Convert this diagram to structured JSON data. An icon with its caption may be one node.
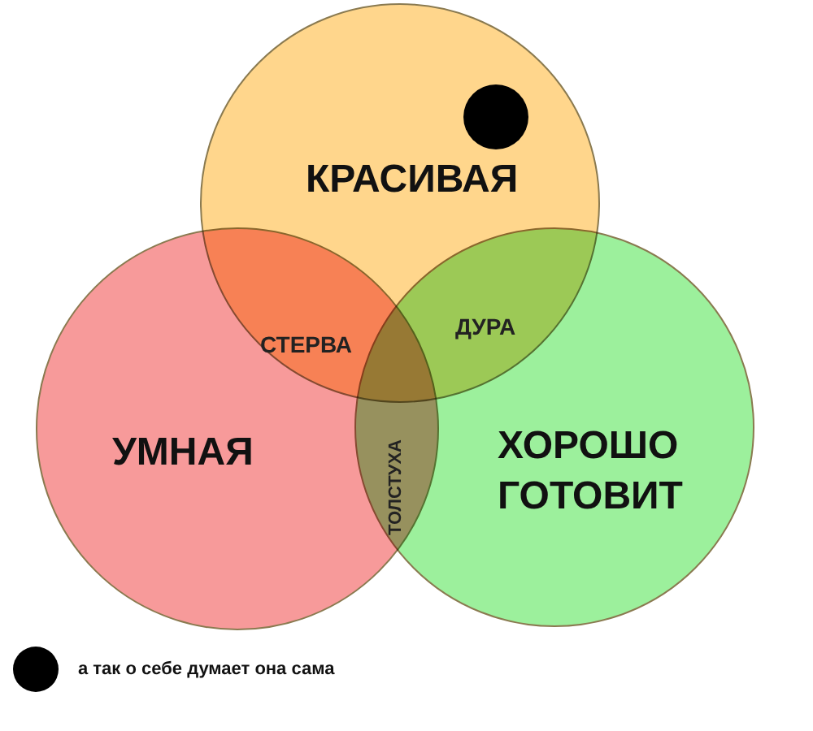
{
  "diagram": {
    "nodes": [
      {
        "text": [
          "КРАСИВАЯ"
        ]
      },
      {
        "text": [
          "УМНАЯ"
        ]
      },
      {
        "text": [
          "ХОРОШО ГОТОВИТ"
        ]
      }
    ],
    "labels": [
      "СТЕРВА",
      "ДУРА",
      "ТОЛСТУХА"
    ],
    "legend": [
      {
        "text": "а так о себе думает она сама",
        "color": "#000000"
      }
    ]
  }
}
